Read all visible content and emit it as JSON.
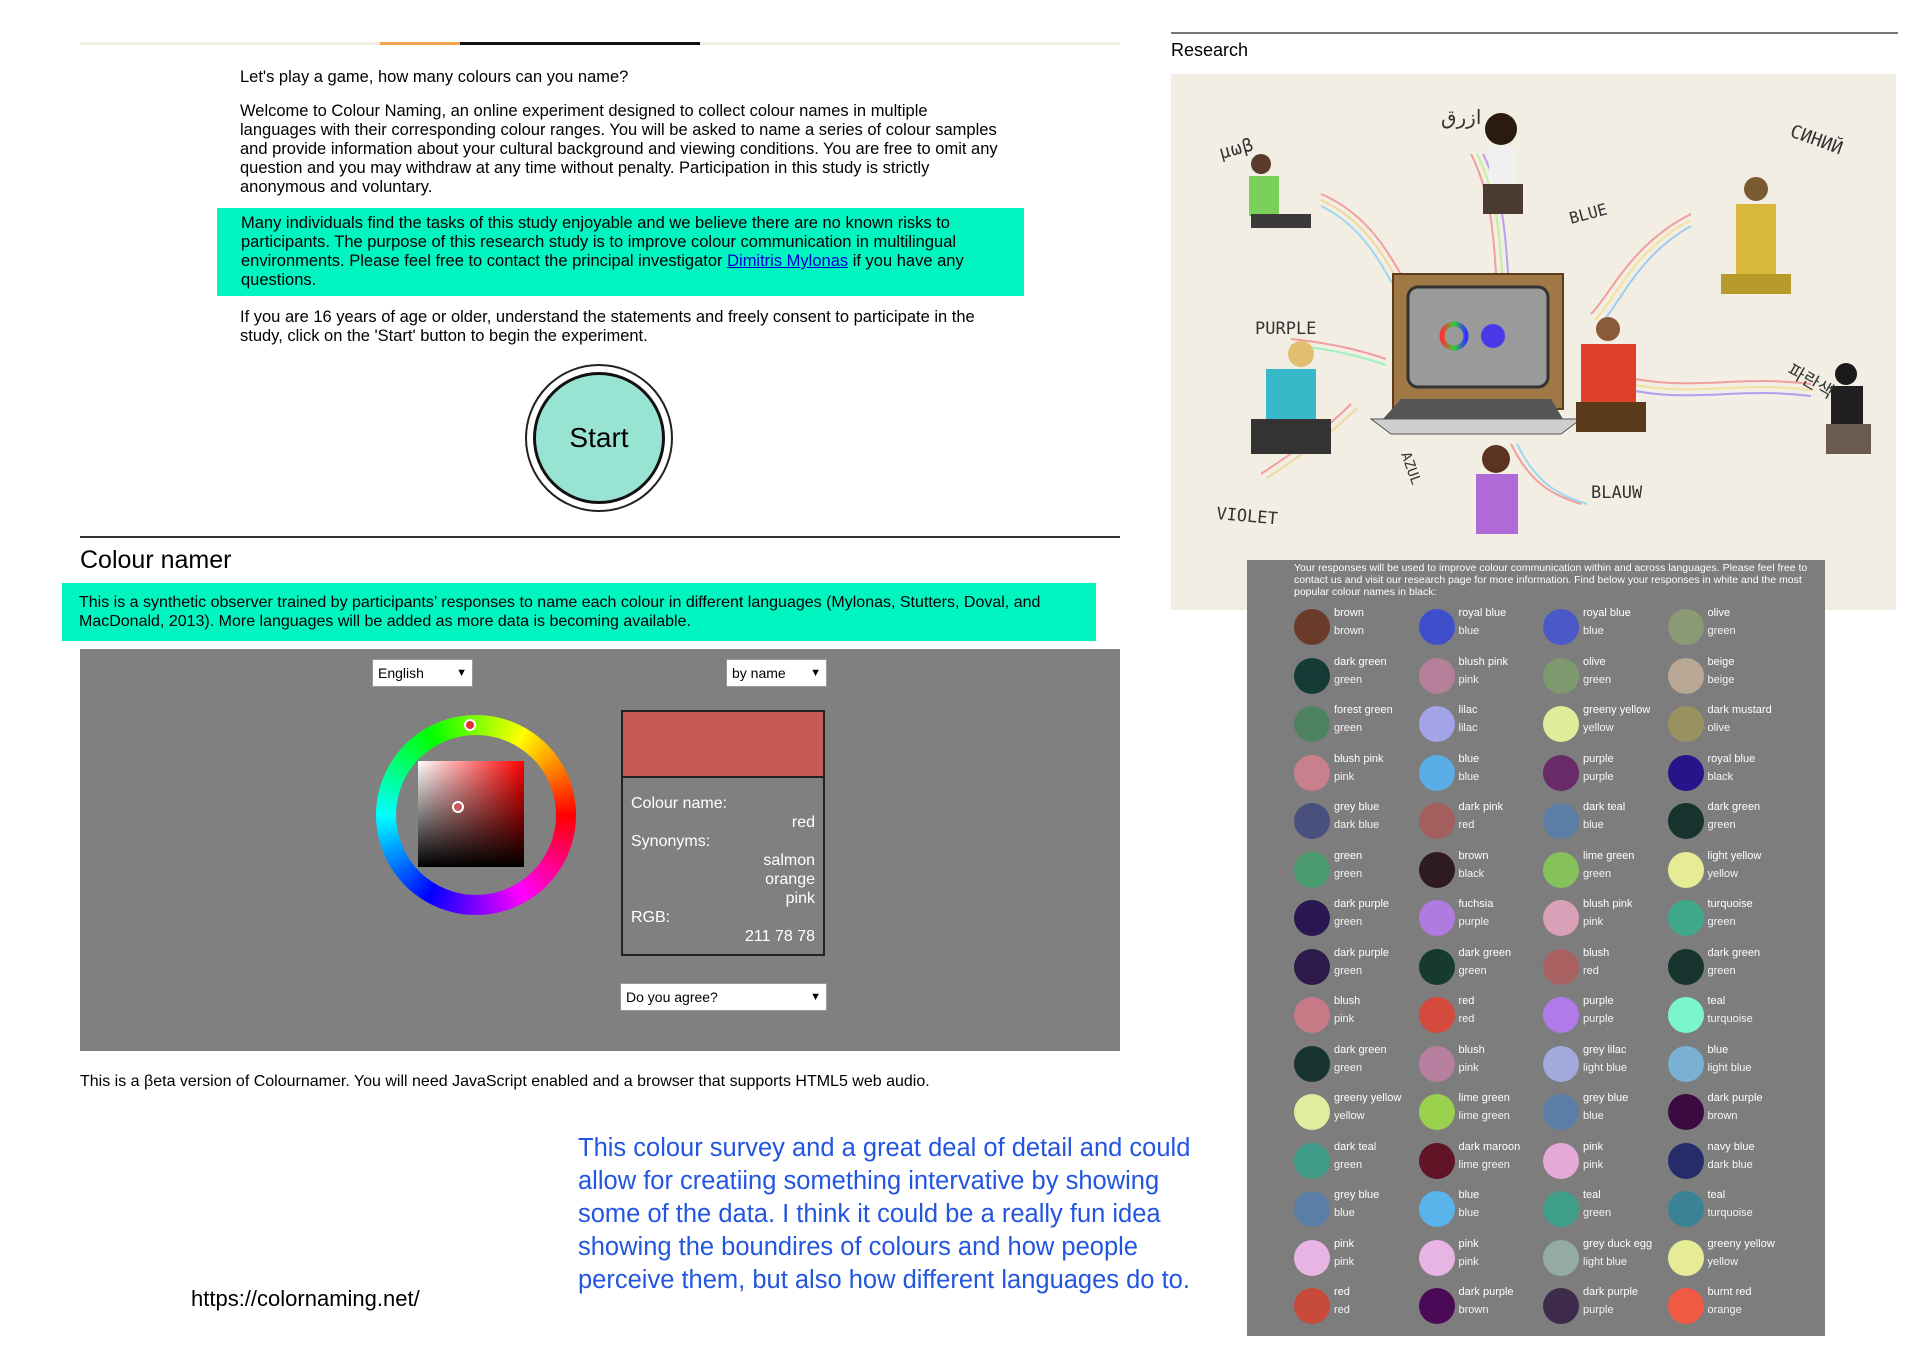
{
  "intro": {
    "p1": "Let's play a game, how many colours can you name?",
    "p2": "Welcome to Colour Naming, an online experiment designed to collect colour names in multiple languages with their corresponding colour ranges. You will be asked to name a series of colour samples and provide information about your cultural background and viewing conditions. You are free to omit any question and you may withdraw at any time without penalty. Participation in this study is strictly anonymous and voluntary.",
    "p3_text": "Many individuals find the tasks of this study enjoyable and we believe there are no known risks to participants. The purpose of this research study is to improve colour communication in multilingual environments. Please feel free to contact the principal investigator ",
    "p3_link": "Dimitris Mylonas",
    "p3_end": " if you have any questions.",
    "p4": "If you are 16 years of age or older, understand the statements and freely consent to participate in the study, click on the 'Start' button to begin the experiment.",
    "start_label": "Start"
  },
  "namer": {
    "title": "Colour namer",
    "description": "This is a synthetic observer trained by participants’ responses to name each colour in different languages (Mylonas, Stutters, Doval, and MacDonald, 2013). More languages will be added as more data is becoming available.",
    "language_selected": "English",
    "sort_selected": "by name",
    "agree_selected": "Do you agree?",
    "swatch_color": "#c55a57",
    "colour_name_label": "Colour name:",
    "colour_name": "red",
    "synonyms_label": "Synonyms:",
    "synonyms": [
      "salmon",
      "orange",
      "pink"
    ],
    "rgb_label": "RGB:",
    "rgb": "211 78 78",
    "beta_note": "This is a βeta version of Colournamer. You will need JavaScript enabled and a browser that supports HTML5 web audio."
  },
  "notes": {
    "url": "https://colornaming.net/",
    "comment": "This colour survey and a great deal of detail and could allow for creatiing something intervative by showing some of the data. I think it could be a really fun idea showing the boundires of colours and how people perceive them, but also how different languages do to."
  },
  "research": {
    "title": "Research",
    "words": [
      "μωβ",
      "ازرق",
      "СИНИЙ",
      "BLUE",
      "PURPLE",
      "파란색",
      "AZUL",
      "BLAUW",
      "VIOLET"
    ],
    "grid_intro": "Your responses will be used to improve colour communication within and across languages. Please feel free to contact us and visit our research page for more information. Find below your responses in white and the most popular colour names in black:",
    "swatches": [
      {
        "color": "#6a3a2a",
        "response": "brown",
        "popular": "brown"
      },
      {
        "color": "#3f4fcb",
        "response": "royal blue",
        "popular": "blue"
      },
      {
        "color": "#4a58c8",
        "response": "royal blue",
        "popular": "blue"
      },
      {
        "color": "#8a9a74",
        "response": "olive",
        "popular": "green"
      },
      {
        "color": "#163a35",
        "response": "dark green",
        "popular": "green"
      },
      {
        "color": "#b57f9a",
        "response": "blush pink",
        "popular": "pink"
      },
      {
        "color": "#7f9a6e",
        "response": "olive",
        "popular": "green"
      },
      {
        "color": "#b8a895",
        "response": "beige",
        "popular": "beige"
      },
      {
        "color": "#4f8260",
        "response": "forest green",
        "popular": "green"
      },
      {
        "color": "#a3a3e8",
        "response": "lilac",
        "popular": "lilac"
      },
      {
        "color": "#e0ec9a",
        "response": "greeny yellow",
        "popular": "yellow"
      },
      {
        "color": "#9a9060",
        "response": "dark mustard",
        "popular": "olive"
      },
      {
        "color": "#c8808c",
        "response": "blush pink",
        "popular": "pink"
      },
      {
        "color": "#5aaee6",
        "response": "blue",
        "popular": "blue"
      },
      {
        "color": "#6a2a6a",
        "response": "purple",
        "popular": "purple"
      },
      {
        "color": "#28138a",
        "response": "royal blue",
        "popular": "black"
      },
      {
        "color": "#4a507e",
        "response": "grey blue",
        "popular": "dark blue"
      },
      {
        "color": "#a55e5e",
        "response": "dark pink",
        "popular": "red"
      },
      {
        "color": "#5a7ea5",
        "response": "dark teal",
        "popular": "blue"
      },
      {
        "color": "#17332e",
        "response": "dark green",
        "popular": "green"
      },
      {
        "color": "#4a9a70",
        "response": "green",
        "popular": "green"
      },
      {
        "color": "#2e1a22",
        "response": "brown",
        "popular": "black"
      },
      {
        "color": "#86c25a",
        "response": "lime green",
        "popular": "green"
      },
      {
        "color": "#e6ec94",
        "response": "light yellow",
        "popular": "yellow"
      },
      {
        "color": "#2a1650",
        "response": "dark purple",
        "popular": "green"
      },
      {
        "color": "#b07ae0",
        "response": "fuchsia",
        "popular": "purple"
      },
      {
        "color": "#d9a0b8",
        "response": "blush pink",
        "popular": "pink"
      },
      {
        "color": "#3fa88a",
        "response": "turquoise",
        "popular": "green"
      },
      {
        "color": "#2e1a4a",
        "response": "dark purple",
        "popular": "green"
      },
      {
        "color": "#173a30",
        "response": "dark green",
        "popular": "green"
      },
      {
        "color": "#a86060",
        "response": "blush",
        "popular": "red"
      },
      {
        "color": "#17352e",
        "response": "dark green",
        "popular": "green"
      },
      {
        "color": "#c87a86",
        "response": "blush",
        "popular": "pink"
      },
      {
        "color": "#d44a3c",
        "response": "red",
        "popular": "red"
      },
      {
        "color": "#b07ae8",
        "response": "purple",
        "popular": "purple"
      },
      {
        "color": "#7af5cc",
        "response": "teal",
        "popular": "turquoise"
      },
      {
        "color": "#17352e",
        "response": "dark green",
        "popular": "green"
      },
      {
        "color": "#b880a0",
        "response": "blush",
        "popular": "pink"
      },
      {
        "color": "#a0aadc",
        "response": "grey lilac",
        "popular": "light blue"
      },
      {
        "color": "#7ab0d4",
        "response": "blue",
        "popular": "light blue"
      },
      {
        "color": "#e2ec9e",
        "response": "greeny yellow",
        "popular": "yellow"
      },
      {
        "color": "#9ad24e",
        "response": "lime green",
        "popular": "lime green"
      },
      {
        "color": "#5a7ea8",
        "response": "grey blue",
        "popular": "blue"
      },
      {
        "color": "#3a0a40",
        "response": "dark purple",
        "popular": "brown"
      },
      {
        "color": "#3f9a88",
        "response": "dark teal",
        "popular": "green"
      },
      {
        "color": "#601426",
        "response": "dark maroon",
        "popular": "lime green"
      },
      {
        "color": "#e6aad8",
        "response": "pink",
        "popular": "pink"
      },
      {
        "color": "#242c6a",
        "response": "navy blue",
        "popular": "dark blue"
      },
      {
        "color": "#5a7ea5",
        "response": "grey blue",
        "popular": "blue"
      },
      {
        "color": "#5ab4ec",
        "response": "blue",
        "popular": "blue"
      },
      {
        "color": "#3f9f88",
        "response": "teal",
        "popular": "green"
      },
      {
        "color": "#3a8296",
        "response": "teal",
        "popular": "turquoise"
      },
      {
        "color": "#e8b4e4",
        "response": "pink",
        "popular": "pink"
      },
      {
        "color": "#e8b4e4",
        "response": "pink",
        "popular": "pink"
      },
      {
        "color": "#94aaa4",
        "response": "grey duck egg",
        "popular": "light blue"
      },
      {
        "color": "#e6ec96",
        "response": "greeny yellow",
        "popular": "yellow"
      },
      {
        "color": "#c84a3a",
        "response": "red",
        "popular": "red"
      },
      {
        "color": "#4a0a58",
        "response": "dark purple",
        "popular": "brown"
      },
      {
        "color": "#3e2a4a",
        "response": "dark purple",
        "popular": "purple"
      },
      {
        "color": "#f05a44",
        "response": "burnt red",
        "popular": "orange"
      }
    ]
  }
}
